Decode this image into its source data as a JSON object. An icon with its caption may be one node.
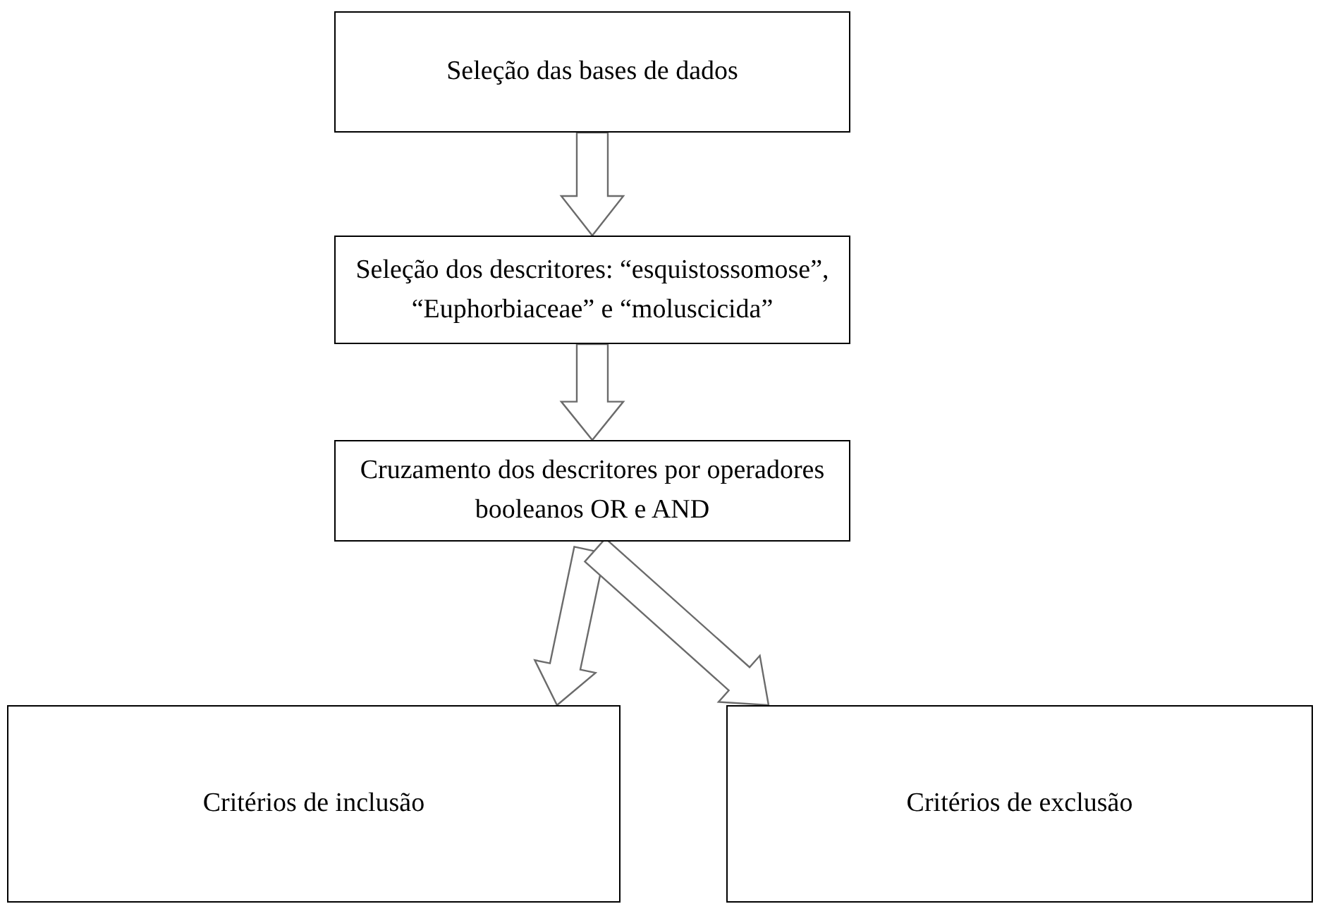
{
  "diagram": {
    "nodes": [
      {
        "text": [
          "Seleção das bases de dados"
        ]
      },
      {
        "text": [
          "Seleção dos descritores: “esquistossomose”, “Euphorbiaceae” e “moluscicida”"
        ]
      },
      {
        "text": [
          "Cruzamento dos descritores por operadores booleanos OR e AND"
        ]
      },
      {
        "text": [
          "Critérios de inclusão"
        ]
      },
      {
        "text": [
          "Critérios de exclusão"
        ]
      }
    ],
    "edges": [
      {
        "from": 0,
        "to": 1,
        "arrow": "to"
      },
      {
        "from": 1,
        "to": 2,
        "arrow": "to"
      },
      {
        "from": 2,
        "to": 3,
        "arrow": "to"
      },
      {
        "from": 2,
        "to": 4,
        "arrow": "to"
      }
    ]
  }
}
